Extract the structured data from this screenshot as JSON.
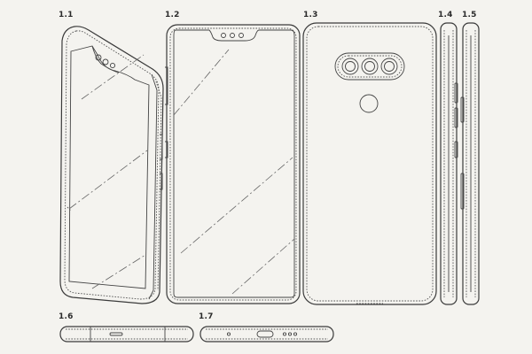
{
  "figures": [
    {
      "id": "fig-1-1",
      "label": "1.1",
      "view": "perspective"
    },
    {
      "id": "fig-1-2",
      "label": "1.2",
      "view": "front"
    },
    {
      "id": "fig-1-3",
      "label": "1.3",
      "view": "back"
    },
    {
      "id": "fig-1-4",
      "label": "1.4",
      "view": "left-side"
    },
    {
      "id": "fig-1-5",
      "label": "1.5",
      "view": "right-side"
    },
    {
      "id": "fig-1-6",
      "label": "1.6",
      "view": "top"
    },
    {
      "id": "fig-1-7",
      "label": "1.7",
      "view": "bottom"
    }
  ],
  "colors": {
    "line": "#3a3a3a",
    "paper": "#f4f3ef"
  }
}
